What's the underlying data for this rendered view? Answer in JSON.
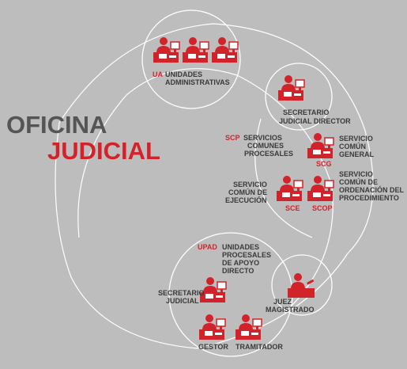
{
  "title": {
    "line1": "OFICINA",
    "line2": "JUDICIAL"
  },
  "colors": {
    "accent": "#d2232a",
    "text": "#3a3a3a",
    "ring": "#ffffff",
    "background": "#bdbdbd"
  },
  "ua": {
    "abbr": "UA",
    "line1": "UNIDADES",
    "line2": "ADMINISTRATIVAS"
  },
  "secretario_director": {
    "line1": "SECRETARIO",
    "line2": "JUDICIAL DIRECTOR"
  },
  "scp": {
    "abbr": "SCP",
    "line1": "SERVICIOS",
    "line2": "COMUNES",
    "line3": "PROCESALES"
  },
  "scg": {
    "abbr": "SCG",
    "line1": "SERVICIO",
    "line2": "COMÚN",
    "line3": "GENERAL"
  },
  "sce": {
    "abbr": "SCE",
    "line1": "SERVICIO",
    "line2": "COMÚN DE",
    "line3": "EJECUCIÓN"
  },
  "scop": {
    "abbr": "SCOP",
    "line1": "SERVICIO",
    "line2": "COMÚN DE",
    "line3": "ORDENACIÓN DEL",
    "line4": "PROCEDIMIENTO"
  },
  "upad": {
    "abbr": "UPAD",
    "line1": "UNIDADES",
    "line2": "PROCESALES",
    "line3": "DE APOYO",
    "line4": "DIRECTO"
  },
  "secretario_judicial": {
    "line1": "SECRETARIO",
    "line2": "JUDICIAL"
  },
  "juez": {
    "line1": "JUEZ",
    "line2": "MAGISTRADO"
  },
  "gestor": {
    "label": "GESTOR"
  },
  "tramitador": {
    "label": "TRAMITADOR"
  },
  "icons": [
    "desk-worker-icon",
    "judge-gavel-icon",
    "document-icon"
  ]
}
